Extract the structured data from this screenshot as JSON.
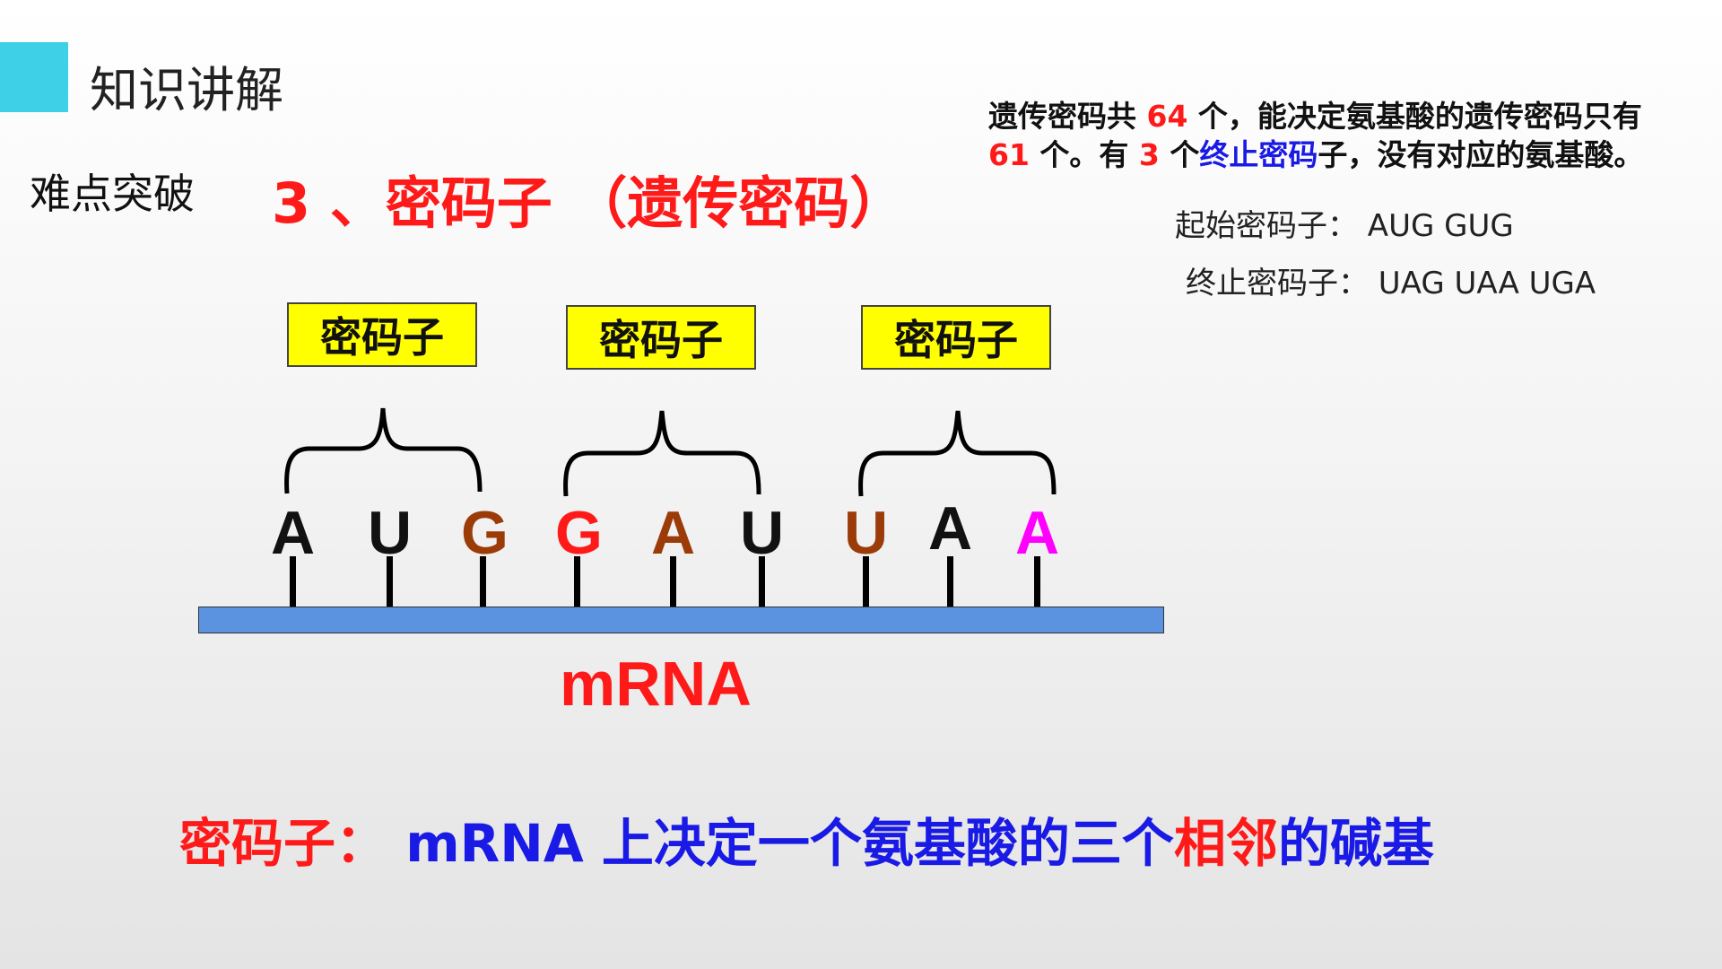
{
  "header": {
    "section_title": "知识讲解",
    "sub_title": "难点突破",
    "main_title": "3 、密码子 （遗传密码）"
  },
  "info": {
    "p1": "遗传密码共 ",
    "n1": "64",
    "p2": " 个，能决定氨基酸的遗传密码只有 ",
    "n2": "61",
    "p3": " 个。有 ",
    "n3": "3",
    "p4": " 个",
    "stop_term": "终止密码",
    "p5": "子，没有对应的氨基酸。"
  },
  "codons": {
    "start": "起始密码子： AUG  GUG",
    "stop": "终止密码子： UAG UAA   UGA"
  },
  "labels": [
    "密码子",
    "密码子",
    "密码子"
  ],
  "bases": [
    {
      "letter": "A",
      "color": "#111111"
    },
    {
      "letter": "U",
      "color": "#111111"
    },
    {
      "letter": "G",
      "color": "#9b3b08"
    },
    {
      "letter": "G",
      "color": "#ff1a1a"
    },
    {
      "letter": "A",
      "color": "#9b3b08"
    },
    {
      "letter": "U",
      "color": "#111111"
    },
    {
      "letter": "U",
      "color": "#9b3b08"
    },
    {
      "letter": "A",
      "color": "#111111"
    },
    {
      "letter": "A",
      "color": "#ff00ff"
    }
  ],
  "mrna_label": "mRNA",
  "definition": {
    "term": "密码子：",
    "part1": " mRNA 上决定一个氨基酸的三个",
    "highlight": "相邻",
    "part2": "的碱基"
  },
  "colors": {
    "accent": "#3ed0e6",
    "title_red": "#ff1a1a",
    "definition_blue": "#1a1ae6",
    "label_yellow": "#ffff00",
    "mrna_blue": "#5b93e0"
  }
}
